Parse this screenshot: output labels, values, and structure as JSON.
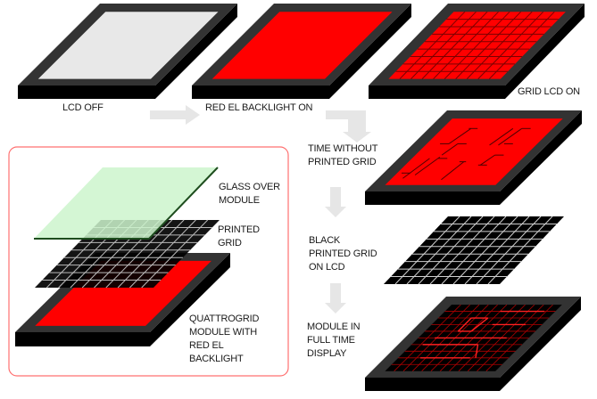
{
  "labels": {
    "lcd_off": "LCD OFF",
    "red_backlight_on": "RED EL BACKLIGHT ON",
    "grid_lcd_on": "GRID LCD ON",
    "time_without": [
      "TIME WITHOUT",
      "PRINTED GRID"
    ],
    "black_grid": [
      "BLACK",
      "PRINTED GRID",
      "ON LCD"
    ],
    "full_time": [
      "MODULE IN",
      "FULL TIME",
      "DISPLAY"
    ],
    "glass": [
      "GLASS OVER",
      "MODULE"
    ],
    "printed_grid": [
      "PRINTED",
      "GRID"
    ],
    "quattrogrid": [
      "QUATTROGRID",
      "MODULE WITH",
      "RED EL",
      "BACKLIGHT"
    ]
  },
  "colors": {
    "bezel": "#333333",
    "body": "#000000",
    "lcd_off": "#e8e8e8",
    "red": "#ff0000",
    "glass": "#ccf5cc",
    "glass_edge": "#1e4d1e",
    "arrow": "#e6e6e6",
    "frame": "#ff7070"
  }
}
